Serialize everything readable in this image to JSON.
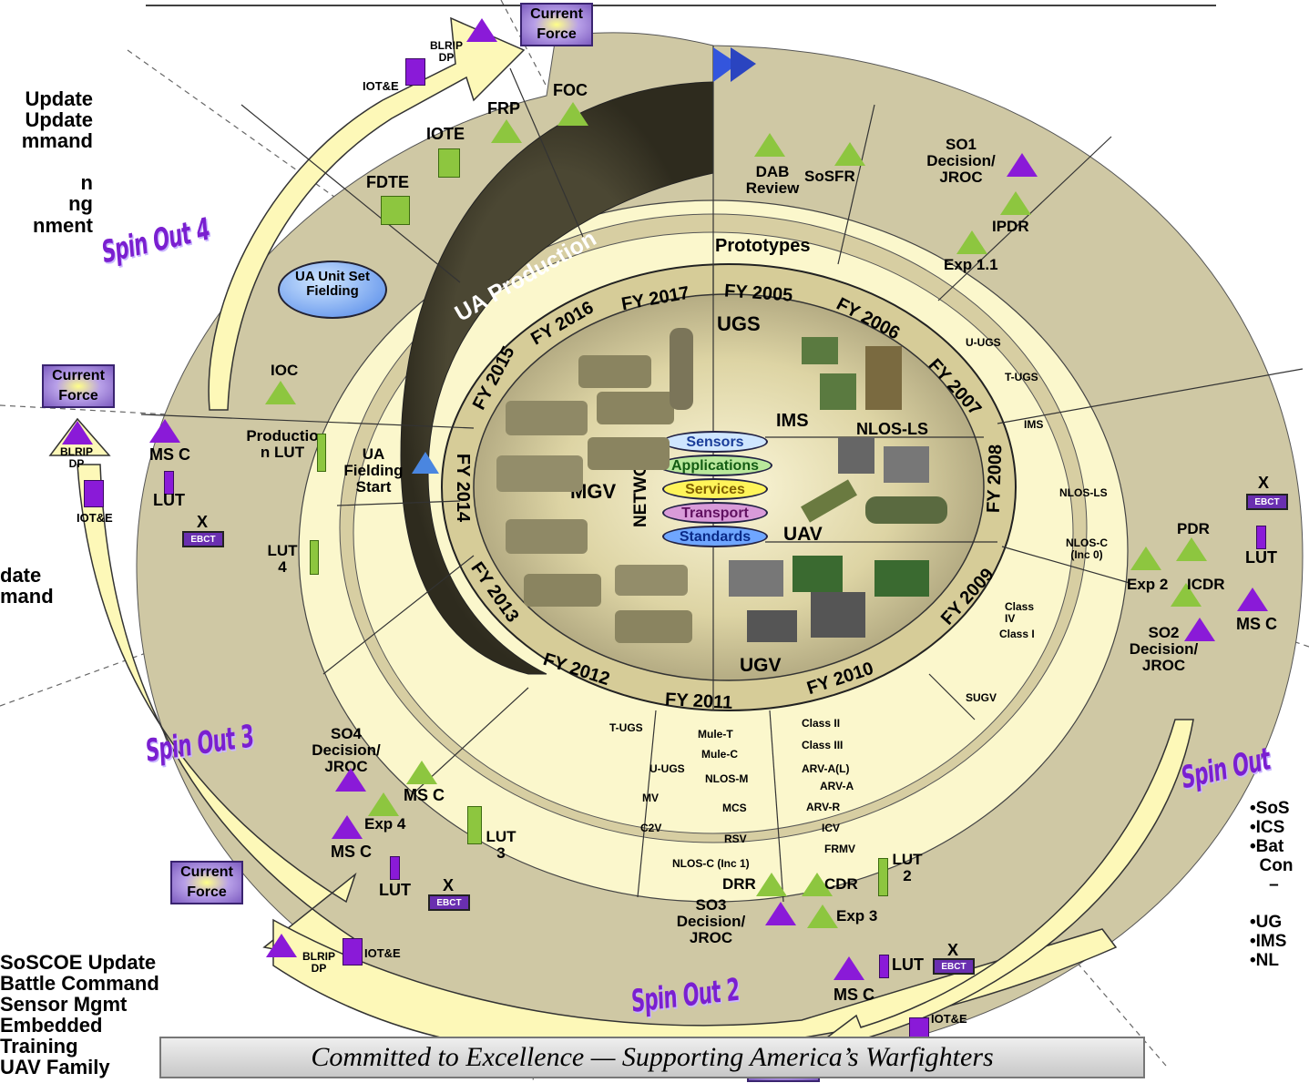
{
  "colors": {
    "outer_band": "#cfc8a4",
    "inner_band": "#fbf7cc",
    "production_wedge": "#4a4632",
    "fy_ring": "#d6cc98",
    "spin_arrow": "#fdf8b8",
    "green_milestone": "#8dc63f",
    "purple_milestone": "#8a1ad8",
    "spin_text": "#7a1fd0"
  },
  "left_notes": {
    "top": "Update\nUpdate\nmmand\n\nn\nng\nnment",
    "middle": "date\nmand",
    "bottom": "SoSCOE Update\nBattle Command\nSensor Mgmt\nEmbedded\nTraining\nUAV Family"
  },
  "right_notes": {
    "list": "•SoS\n•ICS\n•Bat\n  Con\n    –\n\n•UG\n•IMS\n•NL"
  },
  "spin_outs": [
    "Spin Out 4",
    "Spin Out 3",
    "Spin Out 2",
    "Spin Out"
  ],
  "current_force": "Current Force",
  "ebct": "EBCT",
  "ebct_x": "X",
  "center": {
    "network": "NETWORK",
    "layers": [
      "Sensors",
      "Applications",
      "Services",
      "Transport",
      "Standards"
    ],
    "systems": [
      "UGS",
      "IMS",
      "NLOS-LS",
      "MGV",
      "UAV",
      "UGV"
    ]
  },
  "fiscal_years": [
    "FY 2005",
    "FY 2006",
    "FY 2007",
    "FY 2008",
    "FY 2009",
    "FY 2010",
    "FY 2011",
    "FY 2012",
    "FY 2013",
    "FY 2014",
    "FY 2015",
    "FY 2016",
    "FY 2017"
  ],
  "production_label": "UA Production",
  "prototypes_label": "Prototypes",
  "ua_unit_set": "UA Unit Set Fielding",
  "milestones": {
    "foc": "FOC",
    "frp": "FRP",
    "iote": "IOTE",
    "fdte": "FDTE",
    "dab": "DAB Review",
    "sosfr": "SoSFR",
    "so1": "SO1 Decision/ JROC",
    "ipdr": "IPDR",
    "exp11": "Exp 1.1",
    "ioc": "IOC",
    "prod_lut": "Productio n LUT",
    "ua_fielding": "UA Fielding Start",
    "msc": "MS C",
    "lut": "LUT",
    "lut4": "LUT 4",
    "lut3": "LUT 3",
    "lut2": "LUT 2",
    "iote_small": "IOT&E",
    "blrip": "BLRIP DP",
    "pdr": "PDR",
    "exp2": "Exp 2",
    "icdr": "ICDR",
    "so2": "SO2 Decision/ JROC",
    "so4": "SO4 Decision/ JROC",
    "exp4": "Exp 4",
    "so3": "SO3 Decision/ JROC",
    "drr": "DRR",
    "cdr": "CDR",
    "exp3": "Exp 3"
  },
  "right_systems": [
    "U-UGS",
    "T-UGS",
    "IMS",
    "NLOS-LS",
    "NLOS-C (Inc 0)",
    "Class IV",
    "Class I",
    "SUGV"
  ],
  "bottom_systems": [
    "T-UGS",
    "Mule-T",
    "Mule-C",
    "U-UGS",
    "NLOS-M",
    "MV",
    "MCS",
    "C2V",
    "RSV",
    "NLOS-C (Inc 1)",
    "Class II",
    "Class III",
    "ARV-A(L)",
    "ARV-A",
    "ARV-R",
    "ICV",
    "FRMV"
  ],
  "footer": "Committed to Excellence — Supporting America’s Warfighters"
}
